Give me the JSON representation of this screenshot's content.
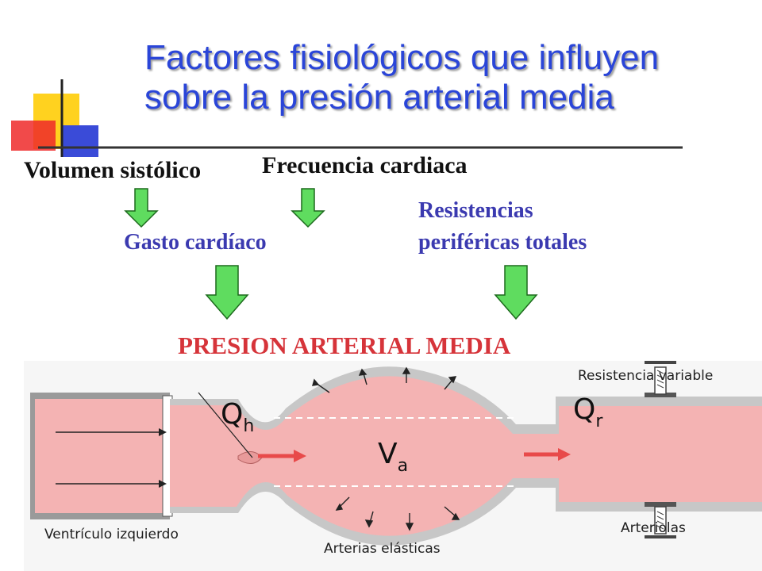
{
  "title_line1": "Factores fisiológicos que influyen",
  "title_line2": "sobre la presión arterial media",
  "labels": {
    "volumen_sistolico": "Volumen sistólico",
    "frecuencia_cardiaca": "Frecuencia cardiaca",
    "gasto_cardiaco": "Gasto cardíaco",
    "resistencias_line1": "Resistencias",
    "resistencias_line2": "periféricas totales",
    "presion_arterial_media": "PRESION ARTERIAL MEDIA"
  },
  "diagram": {
    "resistencia_variable": "Resistencia variable",
    "ventriculo_izquierdo": "Ventrículo izquierdo",
    "arterias_elasticas": "Arterias elásticas",
    "arteriolas": "Arteriolas",
    "qh_main": "Q",
    "qh_sub": "h",
    "qr_main": "Q",
    "qr_sub": "r",
    "va_main": "V",
    "va_sub": "a"
  },
  "colors": {
    "title": "#2a45d8",
    "arrow_green": "#5fdc5f",
    "label_blue": "#3b3ab0",
    "label_red": "#d6343a",
    "vessel_pink": "#f4b3b3",
    "vessel_gray": "#8a8a8a"
  }
}
